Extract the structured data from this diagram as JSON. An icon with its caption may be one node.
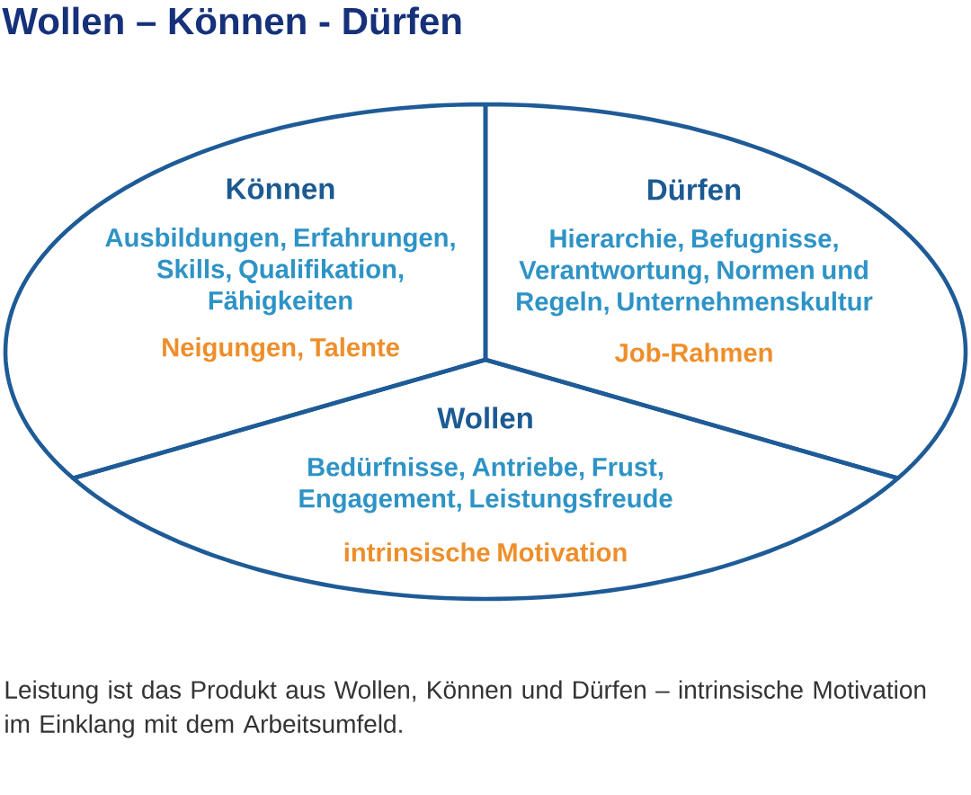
{
  "diagram": {
    "title": "Wollen – Können - Dürfen",
    "nodes": [
      {
        "text": [
          "Können",
          "Ausbildungen, Erfahrungen, Skills, Qualifikation, Fähigkeiten",
          "Neigungen, Talente"
        ]
      },
      {
        "text": [
          "Dürfen",
          "Hierarchie, Befugnisse, Verantwortung, Normen und Regeln, Unternehmenskultur",
          "Job-Rahmen"
        ]
      },
      {
        "text": [
          "Wollen",
          "Bedürfnisse, Antriebe, Frust, Engagement, Leistungsfreude",
          "intrinsische Motivation"
        ]
      }
    ],
    "caption": "Leistung ist das Produkt aus Wollen, Können und Dürfen – intrinsische Motivation im Einklang mit dem Arbeitsumfeld."
  }
}
